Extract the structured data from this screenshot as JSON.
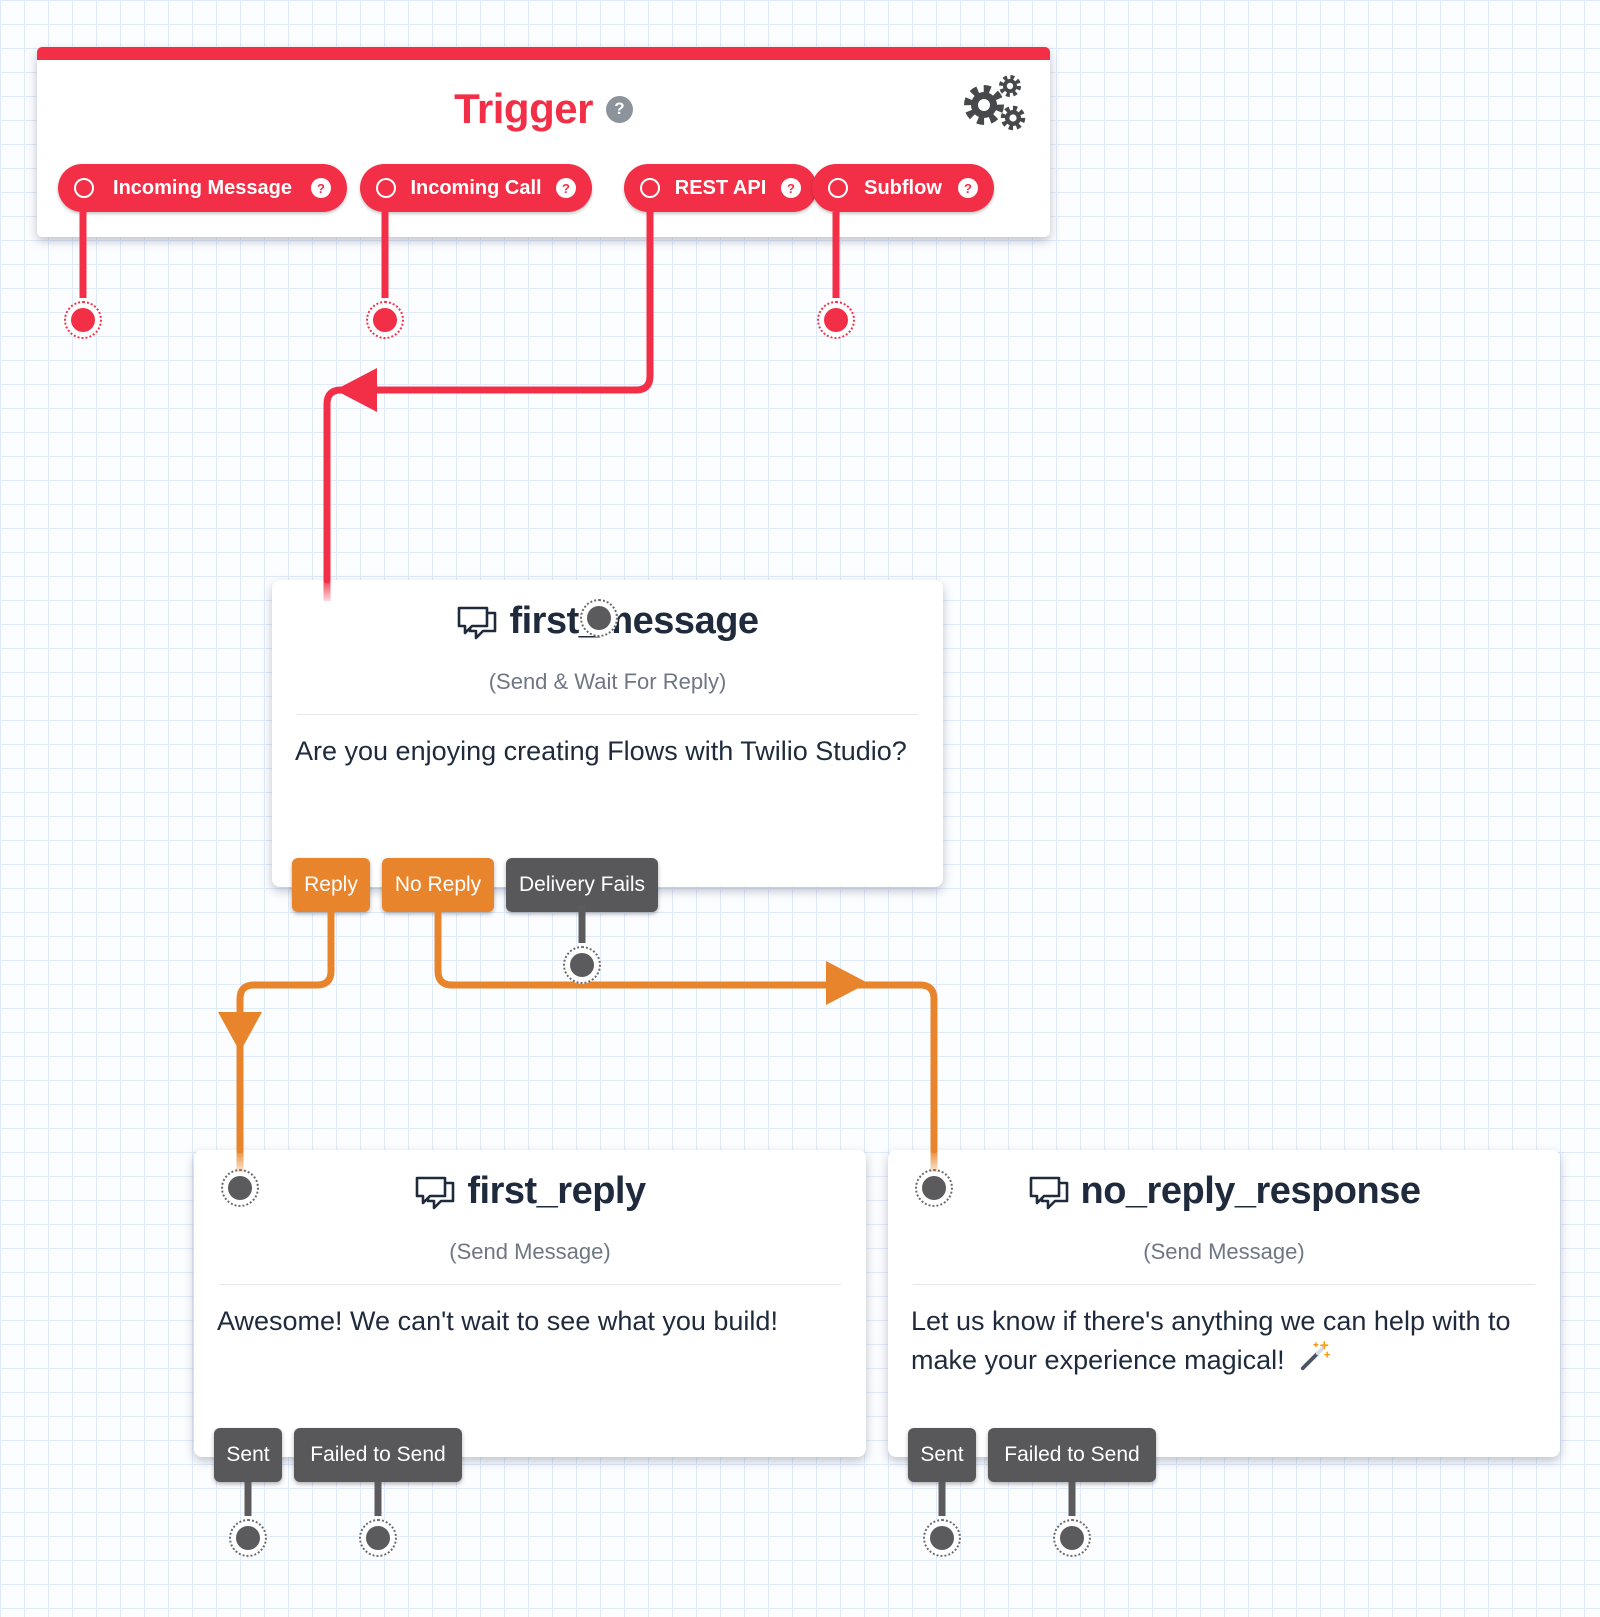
{
  "colors": {
    "accent_red": "#f22f46",
    "accent_orange": "#e8842c",
    "button_gray": "#58585b",
    "ink_text": "#1f2b3d",
    "subtitle_gray": "#6f7684",
    "grid_line": "#dfeafa"
  },
  "trigger": {
    "title": "Trigger",
    "help_icon": "?",
    "settings_icon": "gears-icon",
    "pills": [
      {
        "label": "Incoming Message",
        "help_icon": "?"
      },
      {
        "label": "Incoming Call",
        "help_icon": "?"
      },
      {
        "label": "REST API",
        "help_icon": "?"
      },
      {
        "label": "Subflow",
        "help_icon": "?"
      }
    ]
  },
  "widgets": [
    {
      "title": "first_message",
      "type_label": "(Send & Wait For Reply)",
      "icon": "speech-bubbles-icon",
      "body": "Are you enjoying creating Flows with Twilio Studio?",
      "transitions": [
        {
          "label": "Reply",
          "color": "orange"
        },
        {
          "label": "No Reply",
          "color": "orange"
        },
        {
          "label": "Delivery Fails",
          "color": "gray"
        }
      ]
    },
    {
      "title": "first_reply",
      "type_label": "(Send Message)",
      "icon": "speech-bubbles-icon",
      "body": "Awesome! We can't wait to see what you build!",
      "transitions": [
        {
          "label": "Sent",
          "color": "gray"
        },
        {
          "label": "Failed to Send",
          "color": "gray"
        }
      ]
    },
    {
      "title": "no_reply_response",
      "type_label": "(Send Message)",
      "icon": "speech-bubbles-icon",
      "body": "Let us know if there's anything we can help with to make your experience magical!",
      "body_emoji": "🪄",
      "transitions": [
        {
          "label": "Sent",
          "color": "gray"
        },
        {
          "label": "Failed to Send",
          "color": "gray"
        }
      ]
    }
  ]
}
